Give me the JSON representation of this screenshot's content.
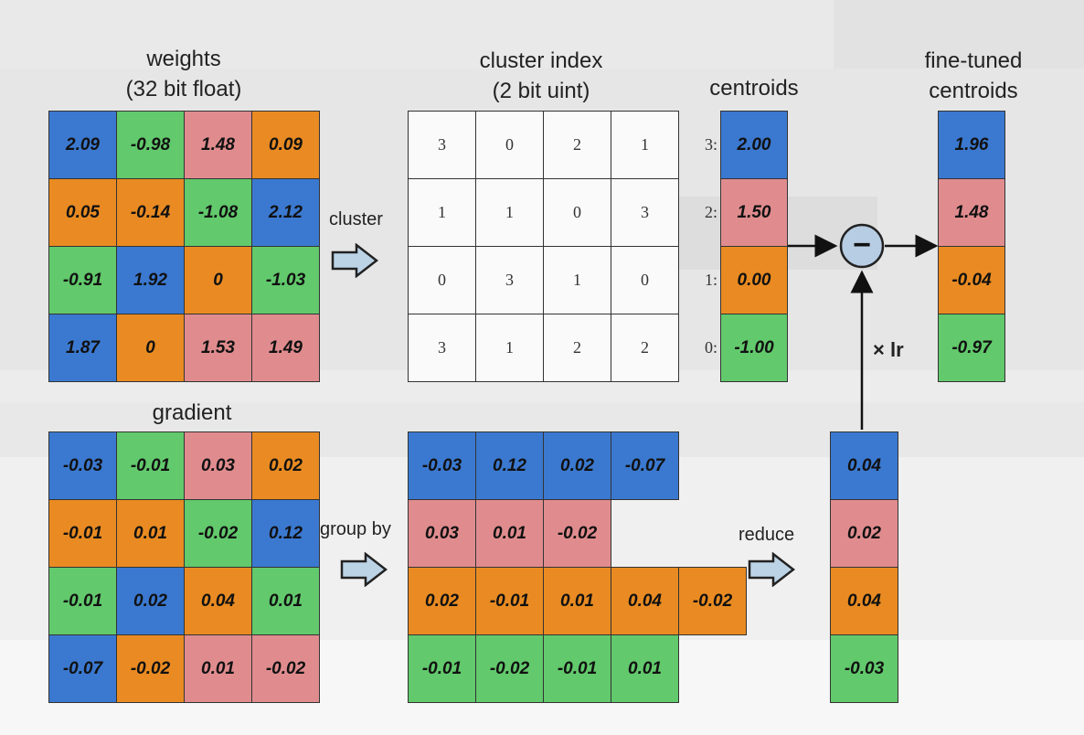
{
  "colors": {
    "blue": "#3b79d0",
    "green": "#62c96c",
    "pink": "#e08c8e",
    "orange": "#e98b22",
    "operator_circle": "#b7cde3",
    "arrow_fill": "#bcd3e6"
  },
  "labels": {
    "weights": "weights\n(32 bit float)",
    "cluster_index": "cluster index\n(2 bit uint)",
    "centroids": "centroids",
    "fine_tuned": "fine-tuned\ncentroids",
    "gradient": "gradient",
    "cluster": "cluster",
    "group_by": "group by",
    "reduce": "reduce",
    "lr": "× lr",
    "minus": "−"
  },
  "weights": [
    [
      {
        "v": "2.09",
        "c": "blue"
      },
      {
        "v": "-0.98",
        "c": "green"
      },
      {
        "v": "1.48",
        "c": "pink"
      },
      {
        "v": "0.09",
        "c": "orange"
      }
    ],
    [
      {
        "v": "0.05",
        "c": "orange"
      },
      {
        "v": "-0.14",
        "c": "orange"
      },
      {
        "v": "-1.08",
        "c": "green"
      },
      {
        "v": "2.12",
        "c": "blue"
      }
    ],
    [
      {
        "v": "-0.91",
        "c": "green"
      },
      {
        "v": "1.92",
        "c": "blue"
      },
      {
        "v": "0",
        "c": "orange"
      },
      {
        "v": "-1.03",
        "c": "green"
      }
    ],
    [
      {
        "v": "1.87",
        "c": "blue"
      },
      {
        "v": "0",
        "c": "orange"
      },
      {
        "v": "1.53",
        "c": "pink"
      },
      {
        "v": "1.49",
        "c": "pink"
      }
    ]
  ],
  "cluster_index": [
    [
      "3",
      "0",
      "2",
      "1"
    ],
    [
      "1",
      "1",
      "0",
      "3"
    ],
    [
      "0",
      "3",
      "1",
      "0"
    ],
    [
      "3",
      "1",
      "2",
      "2"
    ]
  ],
  "centroids": [
    {
      "label": "3:",
      "v": "2.00",
      "c": "blue"
    },
    {
      "label": "2:",
      "v": "1.50",
      "c": "pink"
    },
    {
      "label": "1:",
      "v": "0.00",
      "c": "orange"
    },
    {
      "label": "0:",
      "v": "-1.00",
      "c": "green"
    }
  ],
  "fine_tuned": [
    {
      "v": "1.96",
      "c": "blue"
    },
    {
      "v": "1.48",
      "c": "pink"
    },
    {
      "v": "-0.04",
      "c": "orange"
    },
    {
      "v": "-0.97",
      "c": "green"
    }
  ],
  "gradient": [
    [
      {
        "v": "-0.03",
        "c": "blue"
      },
      {
        "v": "-0.01",
        "c": "green"
      },
      {
        "v": "0.03",
        "c": "pink"
      },
      {
        "v": "0.02",
        "c": "orange"
      }
    ],
    [
      {
        "v": "-0.01",
        "c": "orange"
      },
      {
        "v": "0.01",
        "c": "orange"
      },
      {
        "v": "-0.02",
        "c": "green"
      },
      {
        "v": "0.12",
        "c": "blue"
      }
    ],
    [
      {
        "v": "-0.01",
        "c": "green"
      },
      {
        "v": "0.02",
        "c": "blue"
      },
      {
        "v": "0.04",
        "c": "orange"
      },
      {
        "v": "0.01",
        "c": "green"
      }
    ],
    [
      {
        "v": "-0.07",
        "c": "blue"
      },
      {
        "v": "-0.02",
        "c": "orange"
      },
      {
        "v": "0.01",
        "c": "pink"
      },
      {
        "v": "-0.02",
        "c": "pink"
      }
    ]
  ],
  "grouped": [
    {
      "c": "blue",
      "values": [
        "-0.03",
        "0.12",
        "0.02",
        "-0.07"
      ]
    },
    {
      "c": "pink",
      "values": [
        "0.03",
        "0.01",
        "-0.02"
      ]
    },
    {
      "c": "orange",
      "values": [
        "0.02",
        "-0.01",
        "0.01",
        "0.04",
        "-0.02"
      ]
    },
    {
      "c": "green",
      "values": [
        "-0.01",
        "-0.02",
        "-0.01",
        "0.01"
      ]
    }
  ],
  "reduced": [
    {
      "v": "0.04",
      "c": "blue"
    },
    {
      "v": "0.02",
      "c": "pink"
    },
    {
      "v": "0.04",
      "c": "orange"
    },
    {
      "v": "-0.03",
      "c": "green"
    }
  ]
}
